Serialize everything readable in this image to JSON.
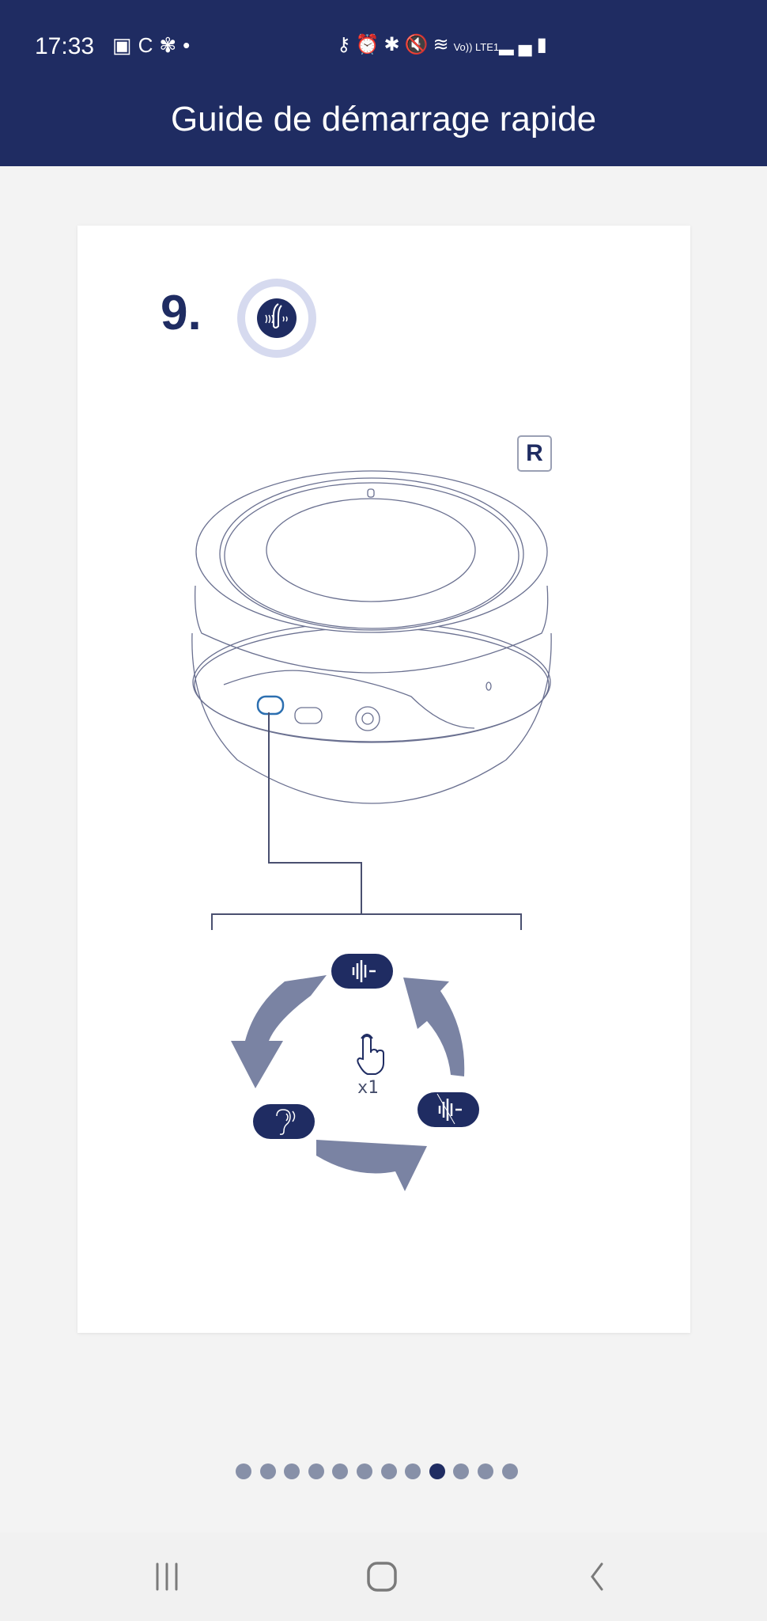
{
  "status_bar": {
    "time": "17:33",
    "left_icons": [
      "gallery-icon",
      "sync-icon",
      "fan-icon",
      "dot-icon"
    ],
    "right_icons": [
      "vpn-key-icon",
      "alarm-icon",
      "bluetooth-icon",
      "mute-icon",
      "wifi-icon",
      "volte-lte-icon",
      "signal-icon",
      "battery-icon"
    ],
    "network_label": "Vo)) LTE1"
  },
  "header": {
    "title": "Guide de démarrage rapide"
  },
  "step": {
    "number": "9.",
    "icon": "anc-headphone-icon",
    "side_label": "R",
    "press_count": "x1",
    "cycle_modes": [
      "noise-cancel-on-icon",
      "noise-cancel-off-icon",
      "awareness-ear-icon"
    ]
  },
  "pagination": {
    "total": 12,
    "current": 9
  },
  "colors": {
    "brand": "#1f2c62",
    "arrow": "#7a83a3",
    "dot_inactive": "#8790a8"
  },
  "nav": {
    "recents": "recents-icon",
    "home": "home-icon",
    "back": "back-icon"
  }
}
